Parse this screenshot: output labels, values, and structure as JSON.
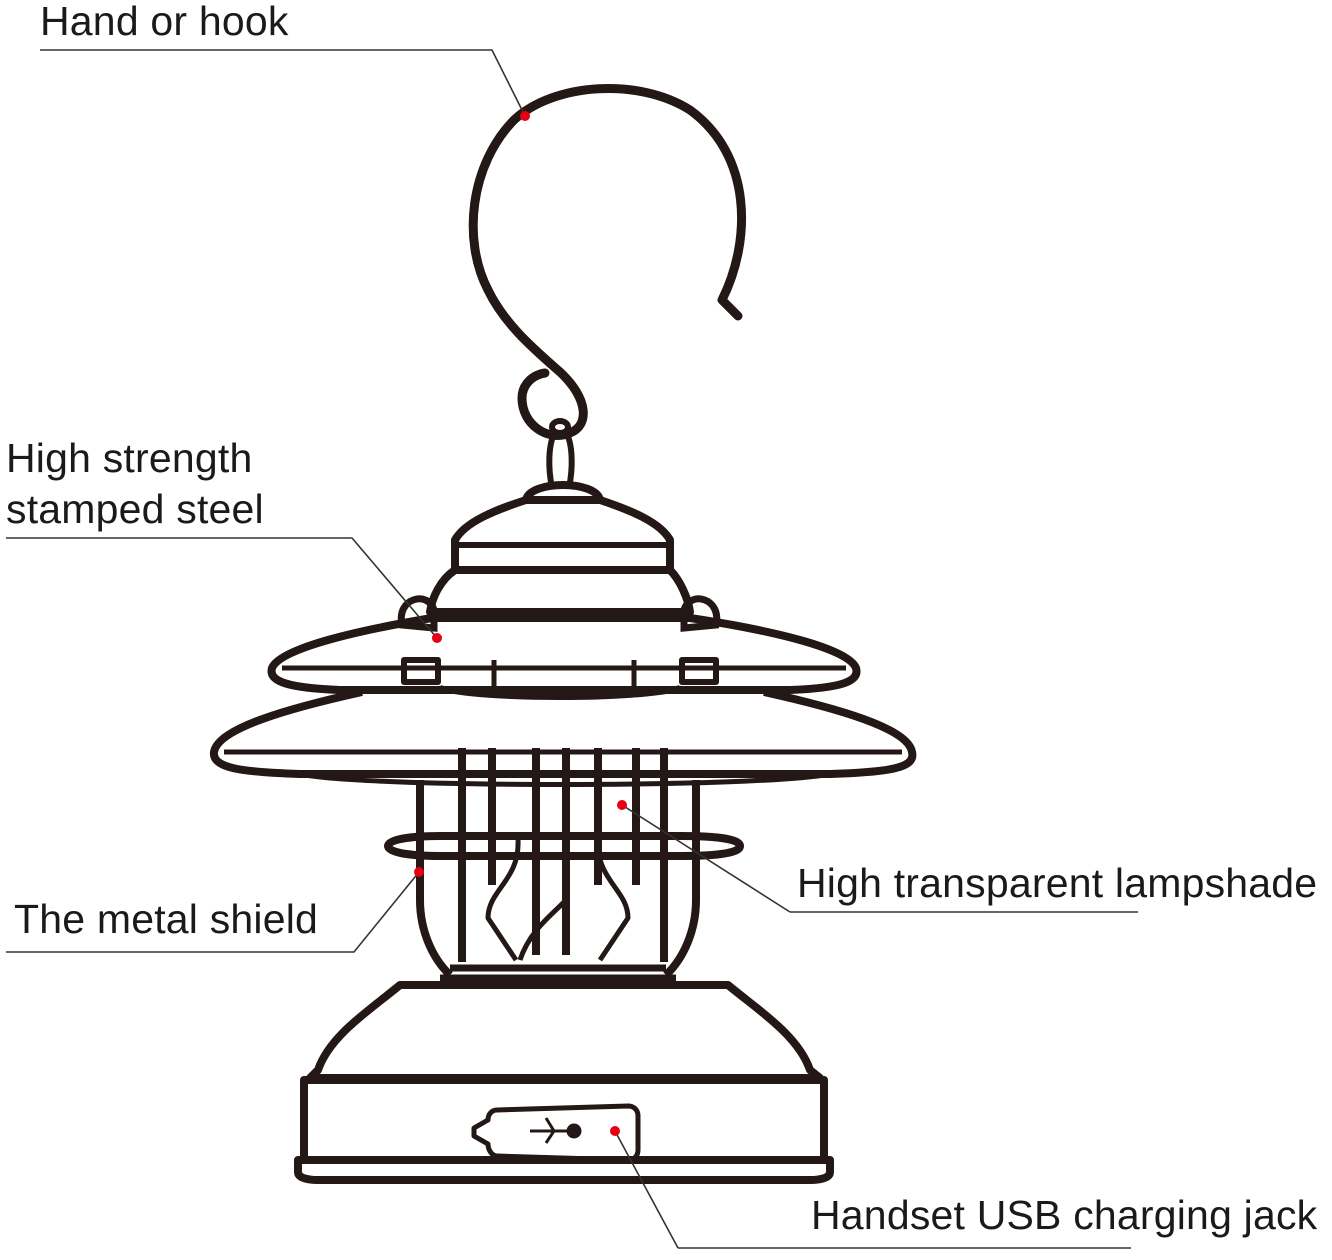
{
  "callouts": {
    "hook": "Hand or hook",
    "steel_line1": "High strength",
    "steel_line2": "stamped steel",
    "lampshade": "High transparent lampshade",
    "shield": "The metal shield",
    "usb": "Handset USB charging jack"
  },
  "colors": {
    "outline": "#231815",
    "marker": "#e60012",
    "leader": "#333333",
    "text": "#1a1a1a"
  },
  "icons": {
    "usb": "usb-symbol-icon"
  }
}
